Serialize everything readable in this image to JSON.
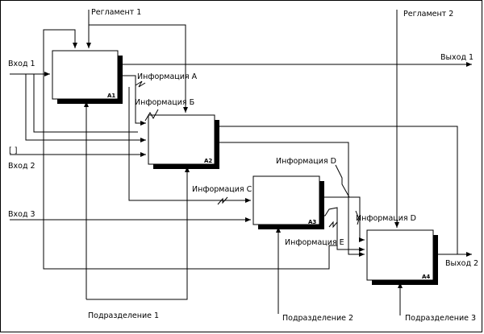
{
  "diagram": {
    "boxes": [
      {
        "id": "A1"
      },
      {
        "id": "A2"
      },
      {
        "id": "A3"
      },
      {
        "id": "A4"
      }
    ],
    "inputs": {
      "in1": "Вход 1",
      "in2": "Вход 2",
      "in2_tag": "[ ]",
      "in3": "Вход 3"
    },
    "outputs": {
      "out1": "Выход 1",
      "out2": "Выход 2"
    },
    "controls": {
      "reg1": "Регламент 1",
      "reg2": "Регламент 2"
    },
    "mechanisms": {
      "sub1": "Подразделение 1",
      "sub2": "Подразделение 2",
      "sub3": "Подразделение 3"
    },
    "flows": {
      "infoA": "Информация A",
      "infoB": "Информация Б",
      "infoC": "Информация C",
      "infoD1": "Информация D",
      "infoD2": "Информация D",
      "infoE": "Информация E"
    }
  }
}
